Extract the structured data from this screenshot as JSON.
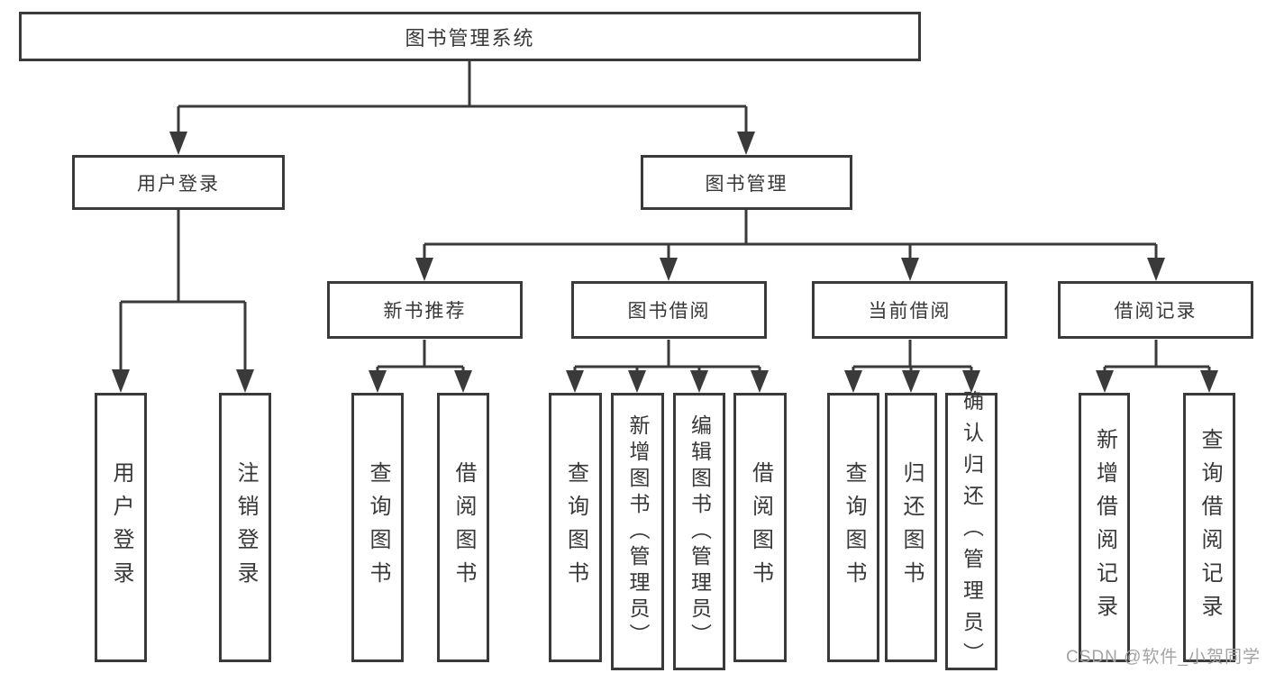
{
  "diagram": {
    "root": {
      "label": "图书管理系统"
    },
    "branches": [
      {
        "label": "用户登录"
      },
      {
        "label": "图书管理"
      }
    ],
    "modules": [
      {
        "label": "新书推荐"
      },
      {
        "label": "图书借阅"
      },
      {
        "label": "当前借阅"
      },
      {
        "label": "借阅记录"
      }
    ],
    "leaves": [
      {
        "label": "用户登录"
      },
      {
        "label": "注销登录"
      },
      {
        "label": "查询图书"
      },
      {
        "label": "借阅图书"
      },
      {
        "label": "查询图书"
      },
      {
        "label": "新增图书（管理员）"
      },
      {
        "label": "编辑图书（管理员）"
      },
      {
        "label": "借阅图书"
      },
      {
        "label": "查询图书"
      },
      {
        "label": "归还图书"
      },
      {
        "label": "确认归还（管理员）"
      },
      {
        "label": "新增借阅记录"
      },
      {
        "label": "查询借阅记录"
      }
    ],
    "watermark": "CSDN @软件_小贺同学",
    "colors": {
      "line": "#3a3a3a",
      "text": "#383838",
      "watermark": "#a3a3a3",
      "background": "#ffffff"
    }
  }
}
